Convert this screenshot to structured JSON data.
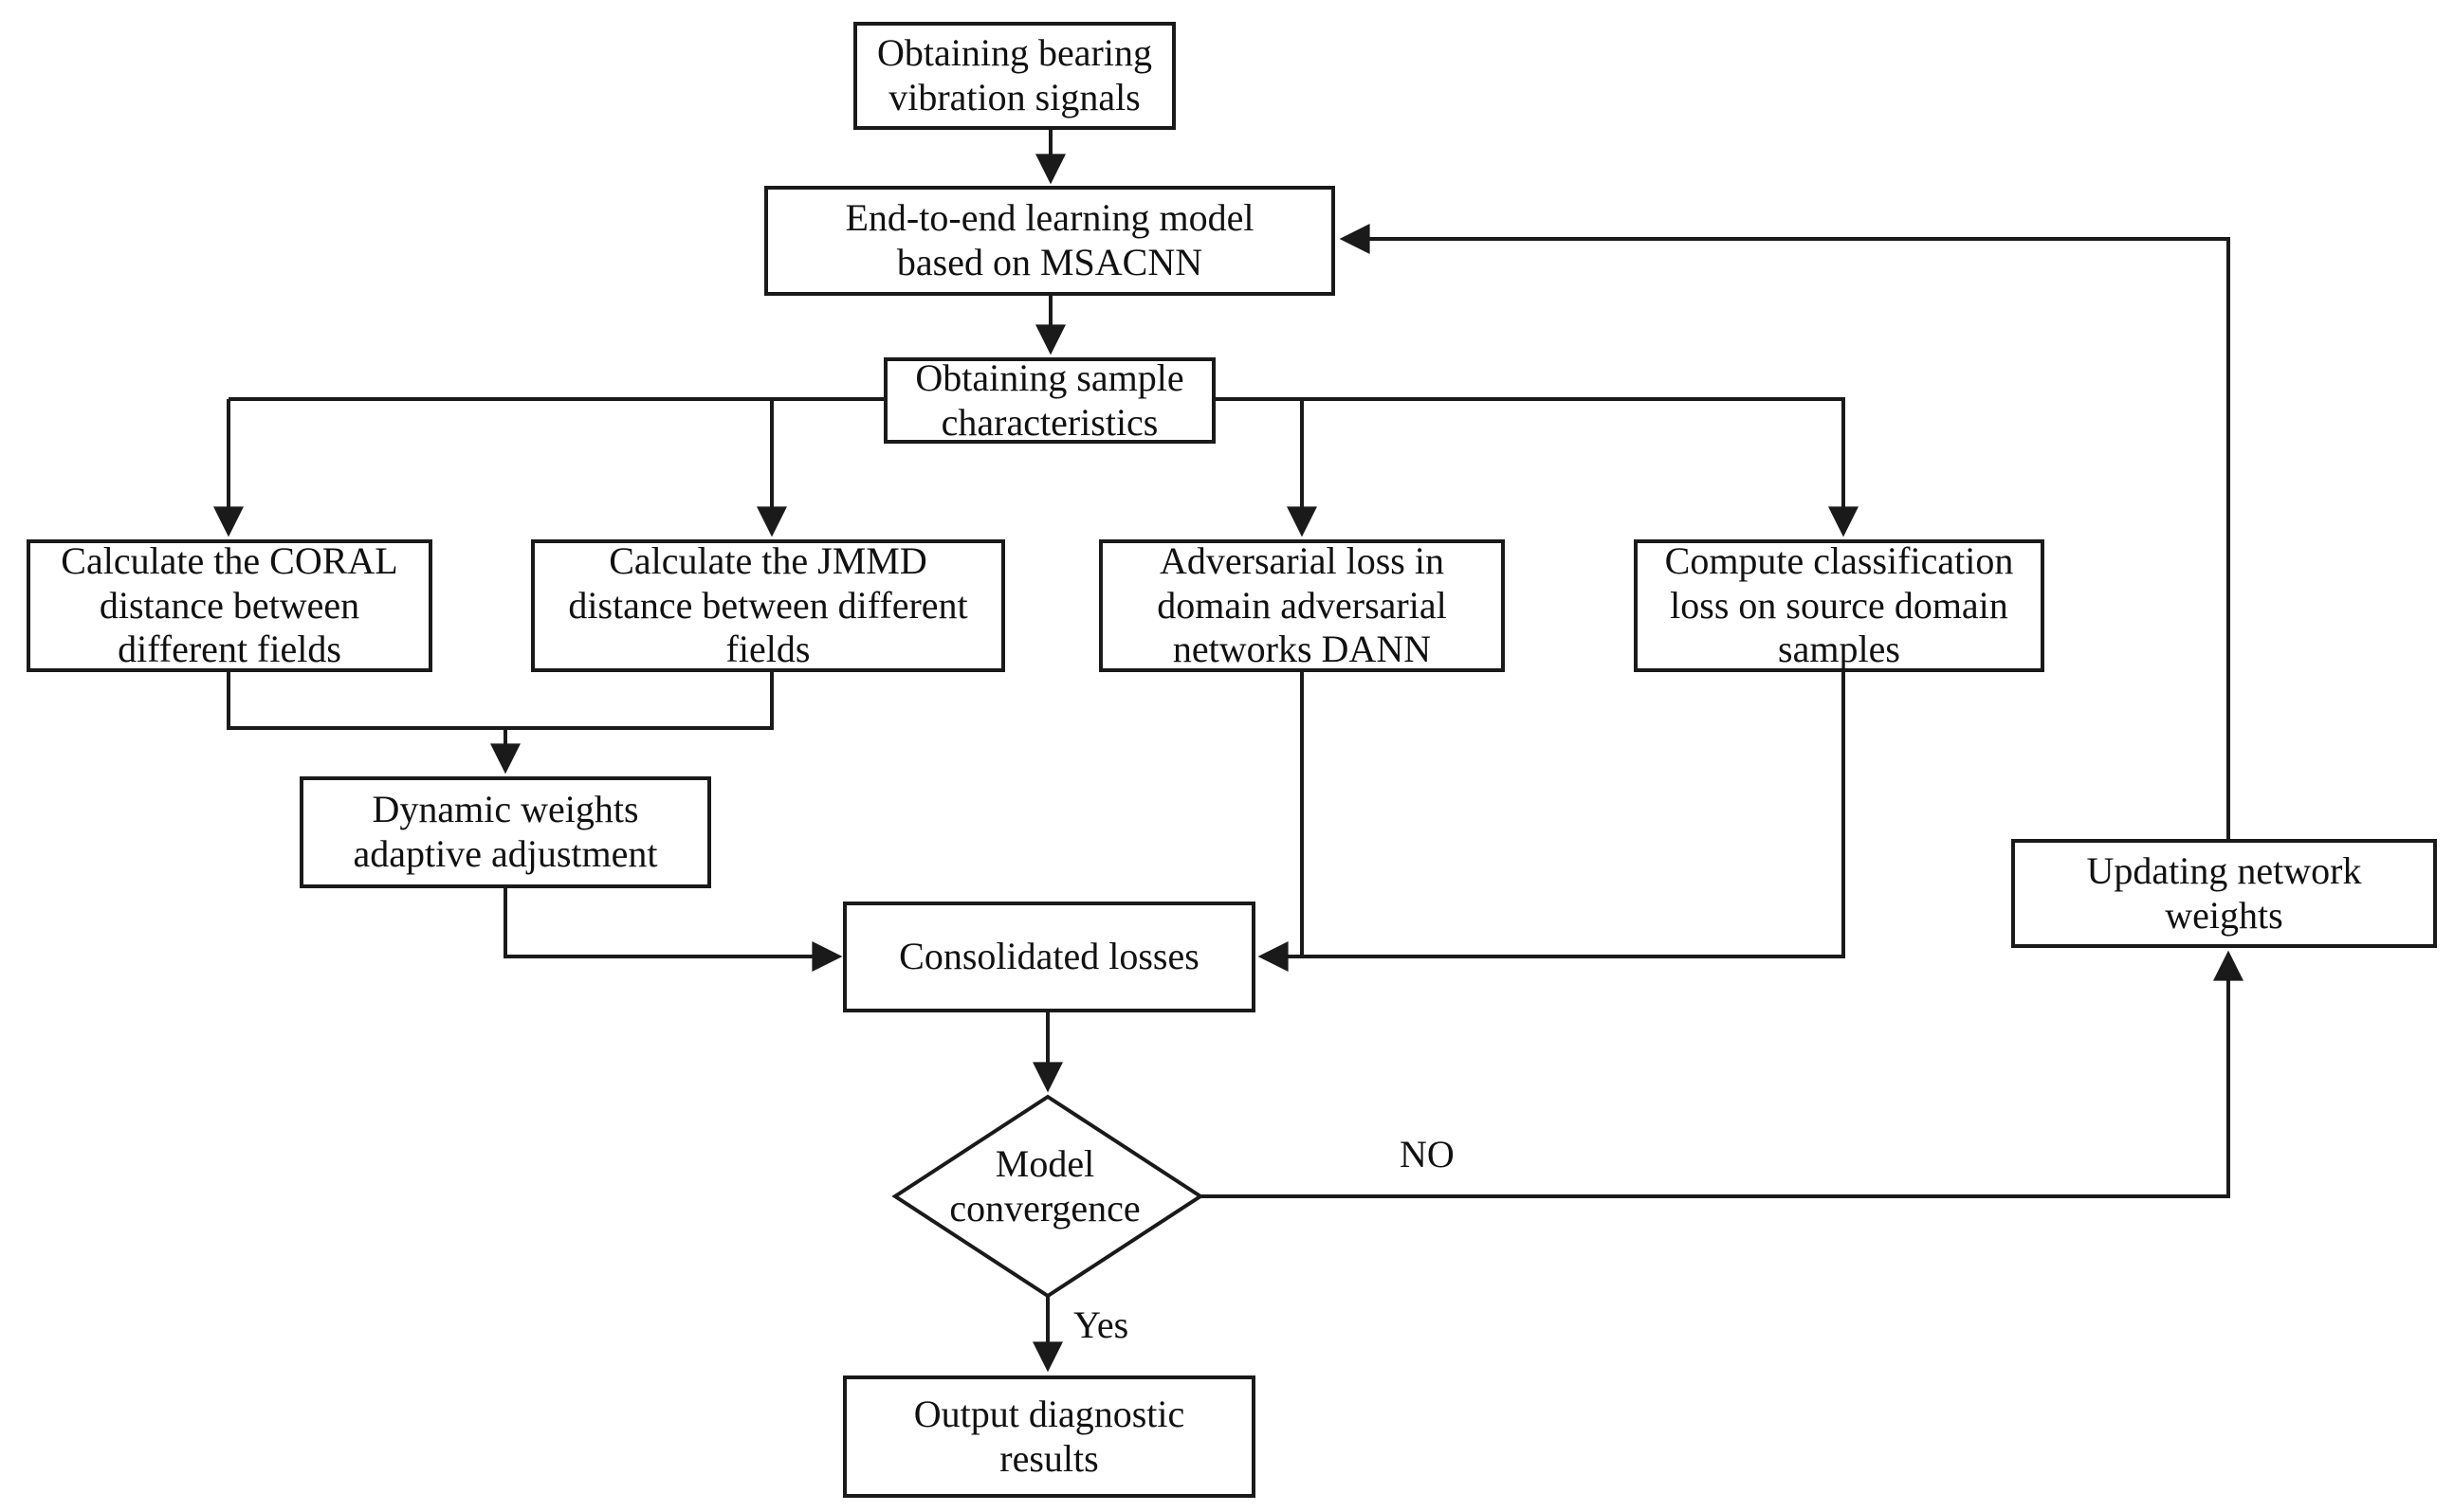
{
  "figure": {
    "type": "flowchart",
    "background": "#ffffff",
    "ink": "#1a1a1a"
  },
  "nodes": {
    "signals": {
      "lines": [
        "Obtaining bearing",
        "vibration signals"
      ]
    },
    "model": {
      "lines": [
        "End-to-end learning model",
        "based on MSACNN"
      ]
    },
    "characteristics": {
      "lines": [
        "Obtaining sample",
        "characteristics"
      ]
    },
    "coral": {
      "lines": [
        "Calculate the CORAL",
        "distance between",
        "different fields"
      ]
    },
    "jmmd": {
      "lines": [
        "Calculate the JMMD",
        "distance between different",
        "fields"
      ]
    },
    "dann": {
      "lines": [
        "Adversarial loss in",
        "domain adversarial",
        "networks DANN"
      ]
    },
    "classification": {
      "lines": [
        "Compute classification",
        "loss on source domain",
        "samples"
      ]
    },
    "dynamic": {
      "lines": [
        "Dynamic weights",
        "adaptive adjustment"
      ]
    },
    "consolidated": {
      "lines": [
        "Consolidated losses"
      ]
    },
    "convergence": {
      "lines": [
        "Model",
        "convergence"
      ]
    },
    "updating": {
      "lines": [
        "Updating network",
        "weights"
      ]
    },
    "output": {
      "lines": [
        "Output diagnostic",
        "results"
      ]
    }
  },
  "edge_labels": {
    "no": "NO",
    "yes": "Yes"
  }
}
